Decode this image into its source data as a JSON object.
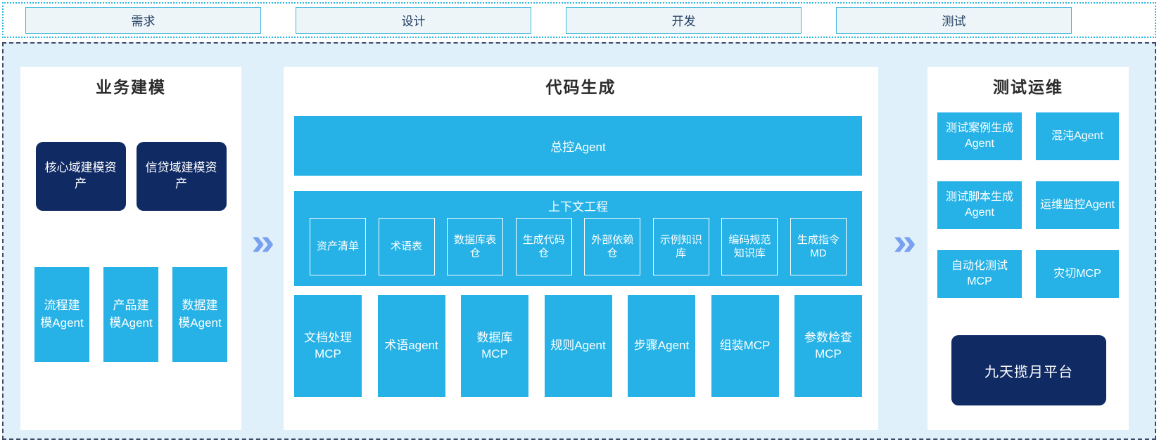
{
  "colors": {
    "cyan": "#26b2e6",
    "navy": "#102a64",
    "light_blue_background": "#dff0fa",
    "phase_box_fill": "#edf5f8",
    "phase_box_border": "#3fb6da",
    "phase_text": "#1e3a5f",
    "dotted_border": "#2ab8dc",
    "dashed_border": "#3e4a66",
    "chevron_blue": "#7aa0f0"
  },
  "phase_bar": {
    "items": [
      "需求",
      "设计",
      "开发",
      "测试"
    ]
  },
  "business_modeling": {
    "title": "业务建模",
    "assets": [
      "核心域建模资产",
      "信贷域建模资产"
    ],
    "agents": [
      "流程建模Agent",
      "产品建模Agent",
      "数据建模Agent"
    ]
  },
  "code_generation": {
    "title": "代码生成",
    "master_agent": "总控Agent",
    "context_engineering": {
      "title": "上下文工程",
      "items": [
        "资产清单",
        "术语表",
        "数据库表仓",
        "生成代码仓",
        "外部依赖仓",
        "示例知识库",
        "编码规范知识库",
        "生成指令MD"
      ]
    },
    "tools": [
      "文档处理MCP",
      "术语agent",
      "数据库MCP",
      "规则Agent",
      "步骤Agent",
      "组装MCP",
      "参数检查MCP"
    ]
  },
  "test_ops": {
    "title": "测试运维",
    "boxes": [
      "测试案例生成Agent",
      "混沌Agent",
      "测试脚本生成Agent",
      "运维监控Agent",
      "自动化测试MCP",
      "灾切MCP"
    ],
    "platform": "九天揽月平台"
  },
  "arrows": {
    "glyph": "»"
  }
}
